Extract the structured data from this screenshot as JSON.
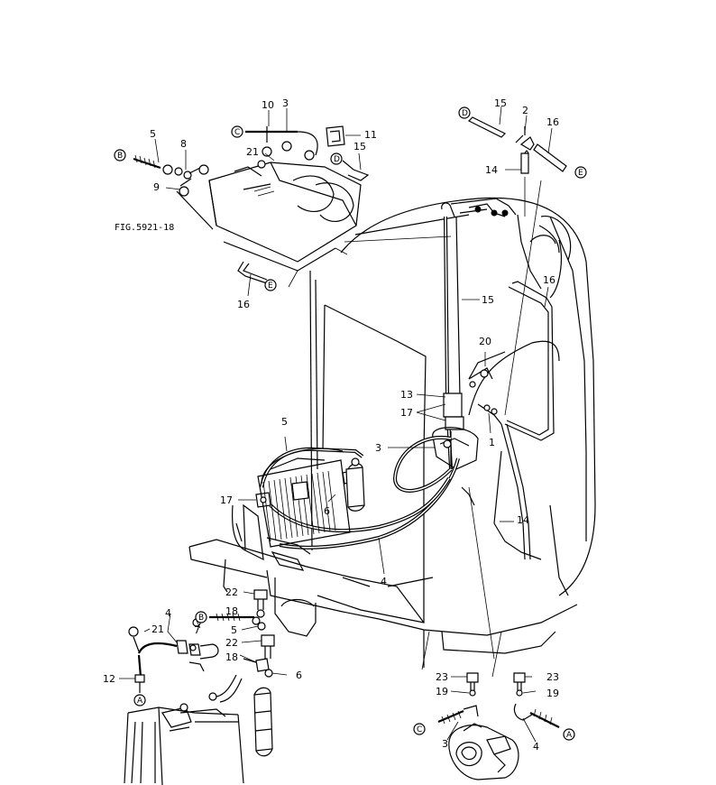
{
  "figure_id": "FIG.5921-18",
  "callouts": {
    "c10": "10",
    "c3a": "3",
    "c11": "11",
    "c5a": "5",
    "c8": "8",
    "c21a": "21",
    "c15a": "15",
    "c9": "9",
    "c16a": "16",
    "c15b": "15",
    "c2": "2",
    "c16b": "16",
    "c14a": "14",
    "c16c": "16",
    "c15c": "15",
    "c20": "20",
    "c13": "13",
    "c17a": "17",
    "c1": "1",
    "c3b": "3",
    "c5b": "5",
    "c17b": "17",
    "c6a": "6",
    "c14b": "14",
    "c4a": "4",
    "c22a": "22",
    "c4b": "4",
    "c18a": "18",
    "c21b": "21",
    "c5c": "5",
    "c7": "7",
    "c22b": "22",
    "c12": "12",
    "c18b": "18",
    "c6b": "6",
    "c23a": "23",
    "c23b": "23",
    "c19a": "19",
    "c19b": "19",
    "c3c": "3",
    "c4c": "4"
  },
  "connectors": {
    "cC1": "C",
    "cB1": "B",
    "cD1": "D",
    "cE1": "E",
    "cD2": "D",
    "cE2": "E",
    "cB2": "B",
    "cA1": "A",
    "cC2": "C",
    "cA2": "A"
  }
}
